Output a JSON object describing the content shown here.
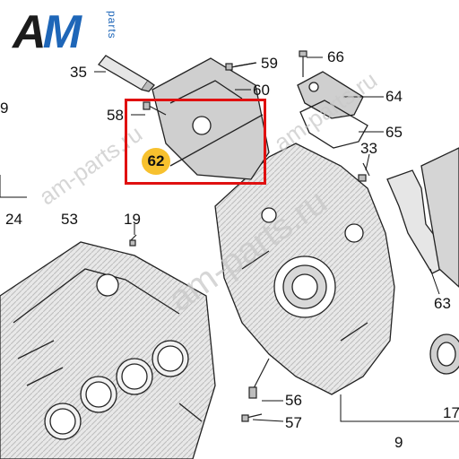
{
  "logo": {
    "main": "AM",
    "sub": "parts"
  },
  "watermark": "am-parts.ru",
  "callouts": [
    {
      "id": "35",
      "text": "35"
    },
    {
      "id": "59",
      "text": "59"
    },
    {
      "id": "66",
      "text": "66"
    },
    {
      "id": "60",
      "text": "60"
    },
    {
      "id": "64",
      "text": "64"
    },
    {
      "id": "58",
      "text": "58"
    },
    {
      "id": "65",
      "text": "65"
    },
    {
      "id": "33",
      "text": "33"
    },
    {
      "id": "62",
      "text": "62"
    },
    {
      "id": "24",
      "text": "24"
    },
    {
      "id": "53",
      "text": "53"
    },
    {
      "id": "19",
      "text": "19"
    },
    {
      "id": "63",
      "text": "63"
    },
    {
      "id": "56",
      "text": "56"
    },
    {
      "id": "57",
      "text": "57"
    },
    {
      "id": "9",
      "text": "9"
    },
    {
      "id": "17",
      "text": "17"
    },
    {
      "id": "edge9",
      "text": "9"
    }
  ],
  "highlight": {
    "item": "62",
    "color": "#e01010",
    "bubble_color": "#f7c12e"
  }
}
